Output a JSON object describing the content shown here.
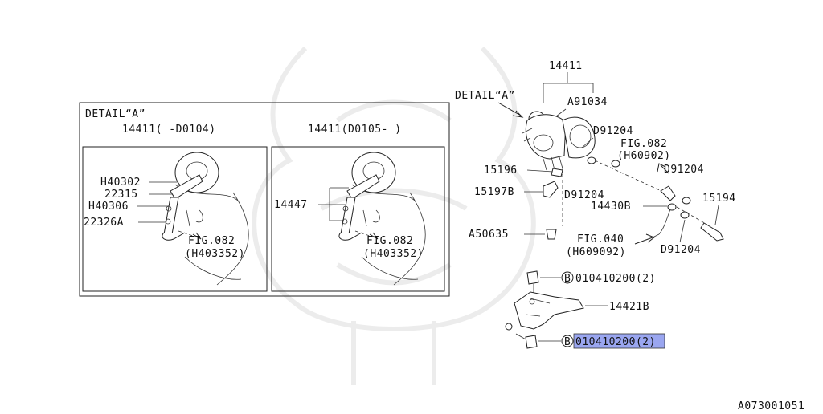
{
  "detail_box": {
    "title": "DETAIL“A”",
    "left_panel": {
      "header": "14411( -D0104)",
      "labels": [
        "H40302",
        "22315",
        "H40306",
        "22326A"
      ],
      "fig_ref": "FIG.082",
      "fig_code": "(H403352)"
    },
    "right_panel": {
      "header": "14411(D0105- )",
      "labels": [
        "14447"
      ],
      "fig_ref": "FIG.082",
      "fig_code": "(H403352)"
    }
  },
  "main_view": {
    "detail_callout": "DETAIL“A”",
    "labels": {
      "p14411": "14411",
      "a91034": "A91034",
      "d91204_top": "D91204",
      "fig082": "FIG.082",
      "h60902": "(H60902)",
      "d91204_right": "D91204",
      "p15196": "15196",
      "p15197b": "15197B",
      "d91204_mid": "D91204",
      "p14430b": "14430B",
      "p15194": "15194",
      "a50635": "A50635",
      "fig040": "FIG.040",
      "h609092": "(H609092)",
      "d91204_bottom": "D91204",
      "p14421b": "14421B"
    },
    "bolt_callouts": [
      {
        "badge": "B",
        "text": "010410200(2)",
        "highlighted": false
      },
      {
        "badge": "B",
        "text": "010410200(2)",
        "highlighted": true
      }
    ]
  },
  "footer_code": "A073001051",
  "colors": {
    "highlight": "#9aa6f0",
    "line": "#222222",
    "watermark": "#ececec"
  }
}
